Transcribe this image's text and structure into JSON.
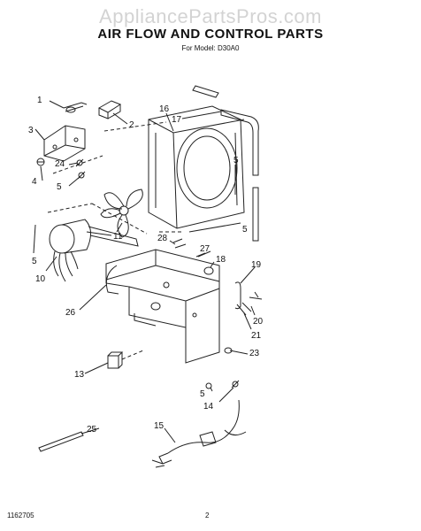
{
  "header": {
    "watermark": "AppliancePartsPros.com",
    "title": "AIR FLOW AND CONTROL PARTS",
    "subtitle": "For Model: D30A0"
  },
  "callouts": [
    {
      "id": "c1",
      "text": "1"
    },
    {
      "id": "c2",
      "text": "2"
    },
    {
      "id": "c3",
      "text": "3"
    },
    {
      "id": "c4",
      "text": "4"
    },
    {
      "id": "c24",
      "text": "24"
    },
    {
      "id": "c5a",
      "text": "5"
    },
    {
      "id": "c5b",
      "text": "5"
    },
    {
      "id": "c5c",
      "text": "5"
    },
    {
      "id": "c5d",
      "text": "5"
    },
    {
      "id": "c5e",
      "text": "5"
    },
    {
      "id": "c16a",
      "text": "16"
    },
    {
      "id": "c17",
      "text": "17"
    },
    {
      "id": "c11",
      "text": "11"
    },
    {
      "id": "c10",
      "text": "10"
    },
    {
      "id": "c28",
      "text": "28"
    },
    {
      "id": "c27",
      "text": "27"
    },
    {
      "id": "c18",
      "text": "18"
    },
    {
      "id": "c19",
      "text": "19"
    },
    {
      "id": "c26",
      "text": "26"
    },
    {
      "id": "c20",
      "text": "20"
    },
    {
      "id": "c21",
      "text": "21"
    },
    {
      "id": "c23",
      "text": "23"
    },
    {
      "id": "c13",
      "text": "13"
    },
    {
      "id": "c14",
      "text": "14"
    },
    {
      "id": "c15",
      "text": "15"
    },
    {
      "id": "c25",
      "text": "25"
    }
  ],
  "footer": {
    "doc_number": "1162705",
    "page": "2"
  }
}
